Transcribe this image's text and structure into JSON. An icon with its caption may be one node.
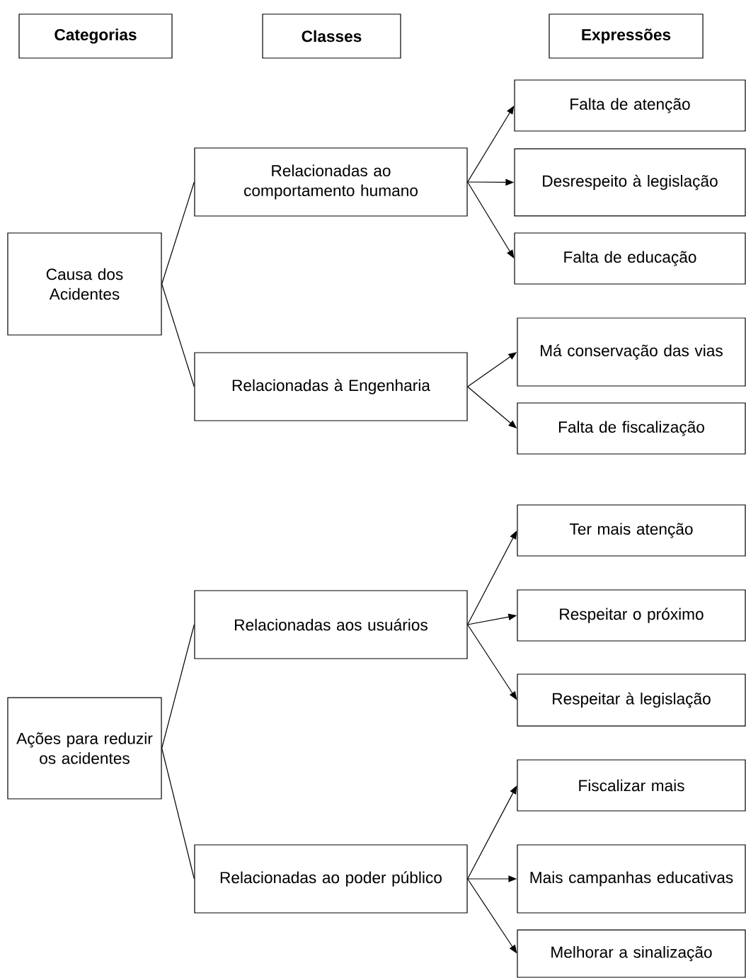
{
  "diagram": {
    "nodes": [
      {
        "text": [
          "Categorias"
        ]
      },
      {
        "text": [
          "Classes"
        ]
      },
      {
        "text": [
          "Expressões"
        ]
      },
      {
        "text": [
          "Causa dos Acidentes"
        ]
      },
      {
        "text": [
          "Relacionadas ao comportamento humano"
        ]
      },
      {
        "text": [
          "Relacionadas à Engenharia"
        ]
      },
      {
        "text": [
          "Falta de atenção"
        ]
      },
      {
        "text": [
          "Desrespeito à legislação"
        ]
      },
      {
        "text": [
          "Falta de educação"
        ]
      },
      {
        "text": [
          "Má conservação das vias"
        ]
      },
      {
        "text": [
          "Falta de fiscalização"
        ]
      },
      {
        "text": [
          "Ações para reduzir os acidentes"
        ]
      },
      {
        "text": [
          "Relacionadas aos usuários"
        ]
      },
      {
        "text": [
          "Relacionadas ao poder público"
        ]
      },
      {
        "text": [
          "Ter mais atenção"
        ]
      },
      {
        "text": [
          "Respeitar o próximo"
        ]
      },
      {
        "text": [
          "Respeitar à legislação"
        ]
      },
      {
        "text": [
          "Fiscalizar mais"
        ]
      },
      {
        "text": [
          "Mais campanhas educativas"
        ]
      },
      {
        "text": [
          "Melhorar a sinalização"
        ]
      }
    ],
    "edges": [
      {
        "from": 3,
        "to": 4,
        "arrow": "none"
      },
      {
        "from": 3,
        "to": 5,
        "arrow": "none"
      },
      {
        "from": 4,
        "to": 6,
        "arrow": "to"
      },
      {
        "from": 4,
        "to": 7,
        "arrow": "to"
      },
      {
        "from": 4,
        "to": 8,
        "arrow": "to"
      },
      {
        "from": 5,
        "to": 9,
        "arrow": "to"
      },
      {
        "from": 5,
        "to": 10,
        "arrow": "to"
      },
      {
        "from": 11,
        "to": 12,
        "arrow": "none"
      },
      {
        "from": 11,
        "to": 13,
        "arrow": "none"
      },
      {
        "from": 12,
        "to": 14,
        "arrow": "to"
      },
      {
        "from": 12,
        "to": 15,
        "arrow": "to"
      },
      {
        "from": 12,
        "to": 16,
        "arrow": "to"
      },
      {
        "from": 13,
        "to": 17,
        "arrow": "to"
      },
      {
        "from": 13,
        "to": 18,
        "arrow": "to"
      },
      {
        "from": 13,
        "to": 19,
        "arrow": "to"
      }
    ]
  }
}
